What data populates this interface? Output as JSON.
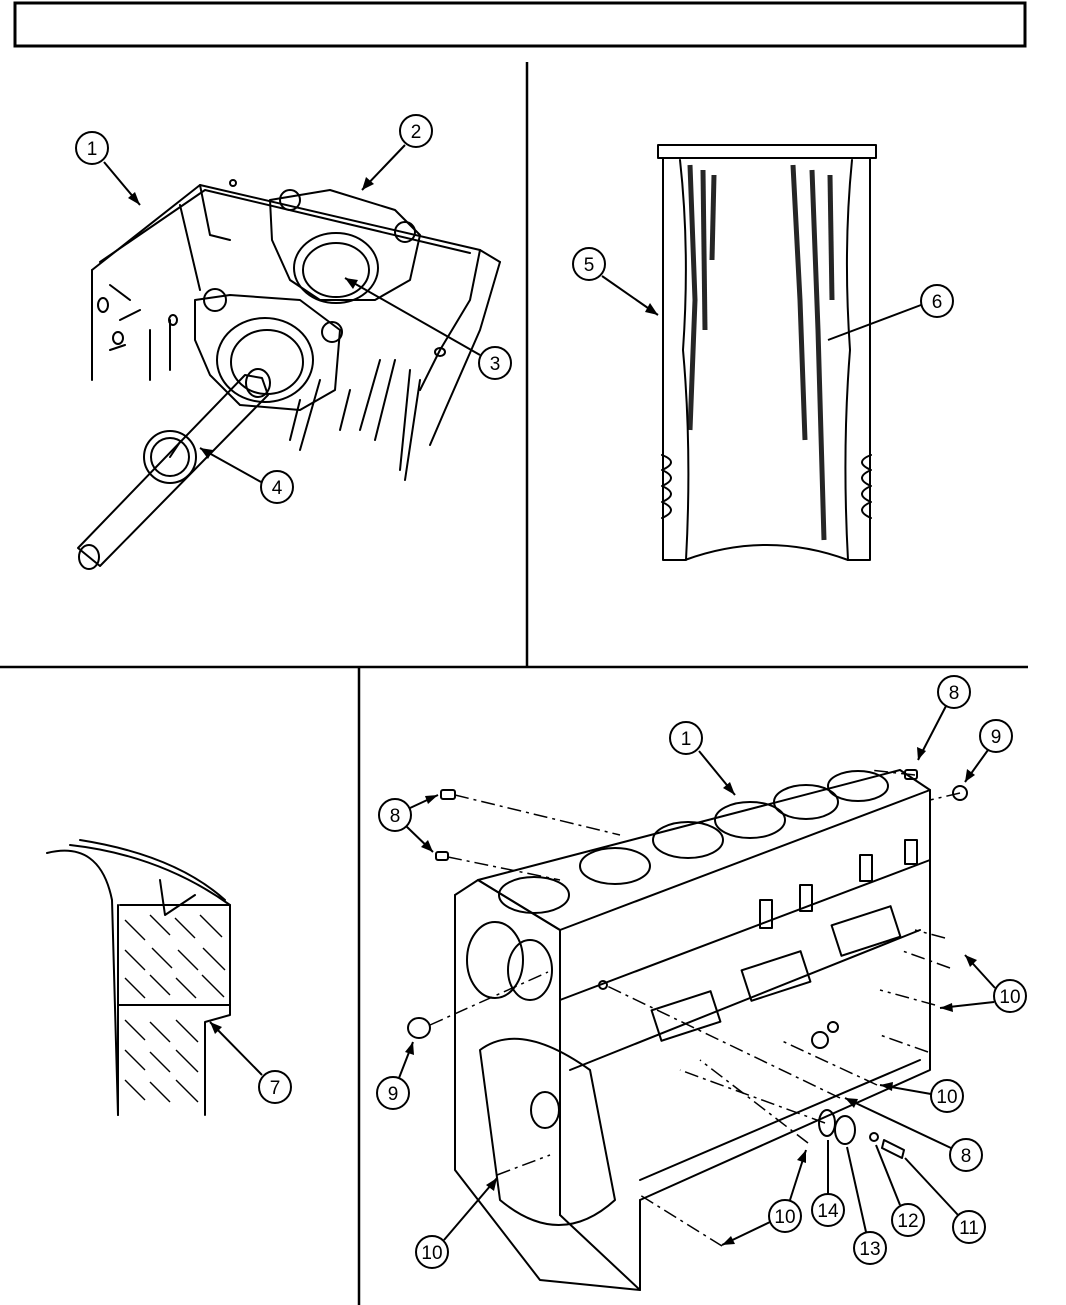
{
  "header": {
    "title": ""
  },
  "panels": {
    "cylinder_block_bore_check": {
      "callouts": [
        "1",
        "2",
        "3",
        "4"
      ]
    },
    "cylinder_liner": {
      "callouts": [
        "5",
        "6"
      ]
    },
    "liner_seat_section": {
      "callouts": [
        "7"
      ]
    },
    "cylinder_block_exploded": {
      "callouts": [
        "8",
        "9",
        "1",
        "8",
        "10",
        "9",
        "10",
        "8",
        "10",
        "14",
        "13",
        "12",
        "11",
        "10"
      ]
    }
  },
  "colors": {
    "ink": "#000000",
    "paper": "#ffffff"
  }
}
